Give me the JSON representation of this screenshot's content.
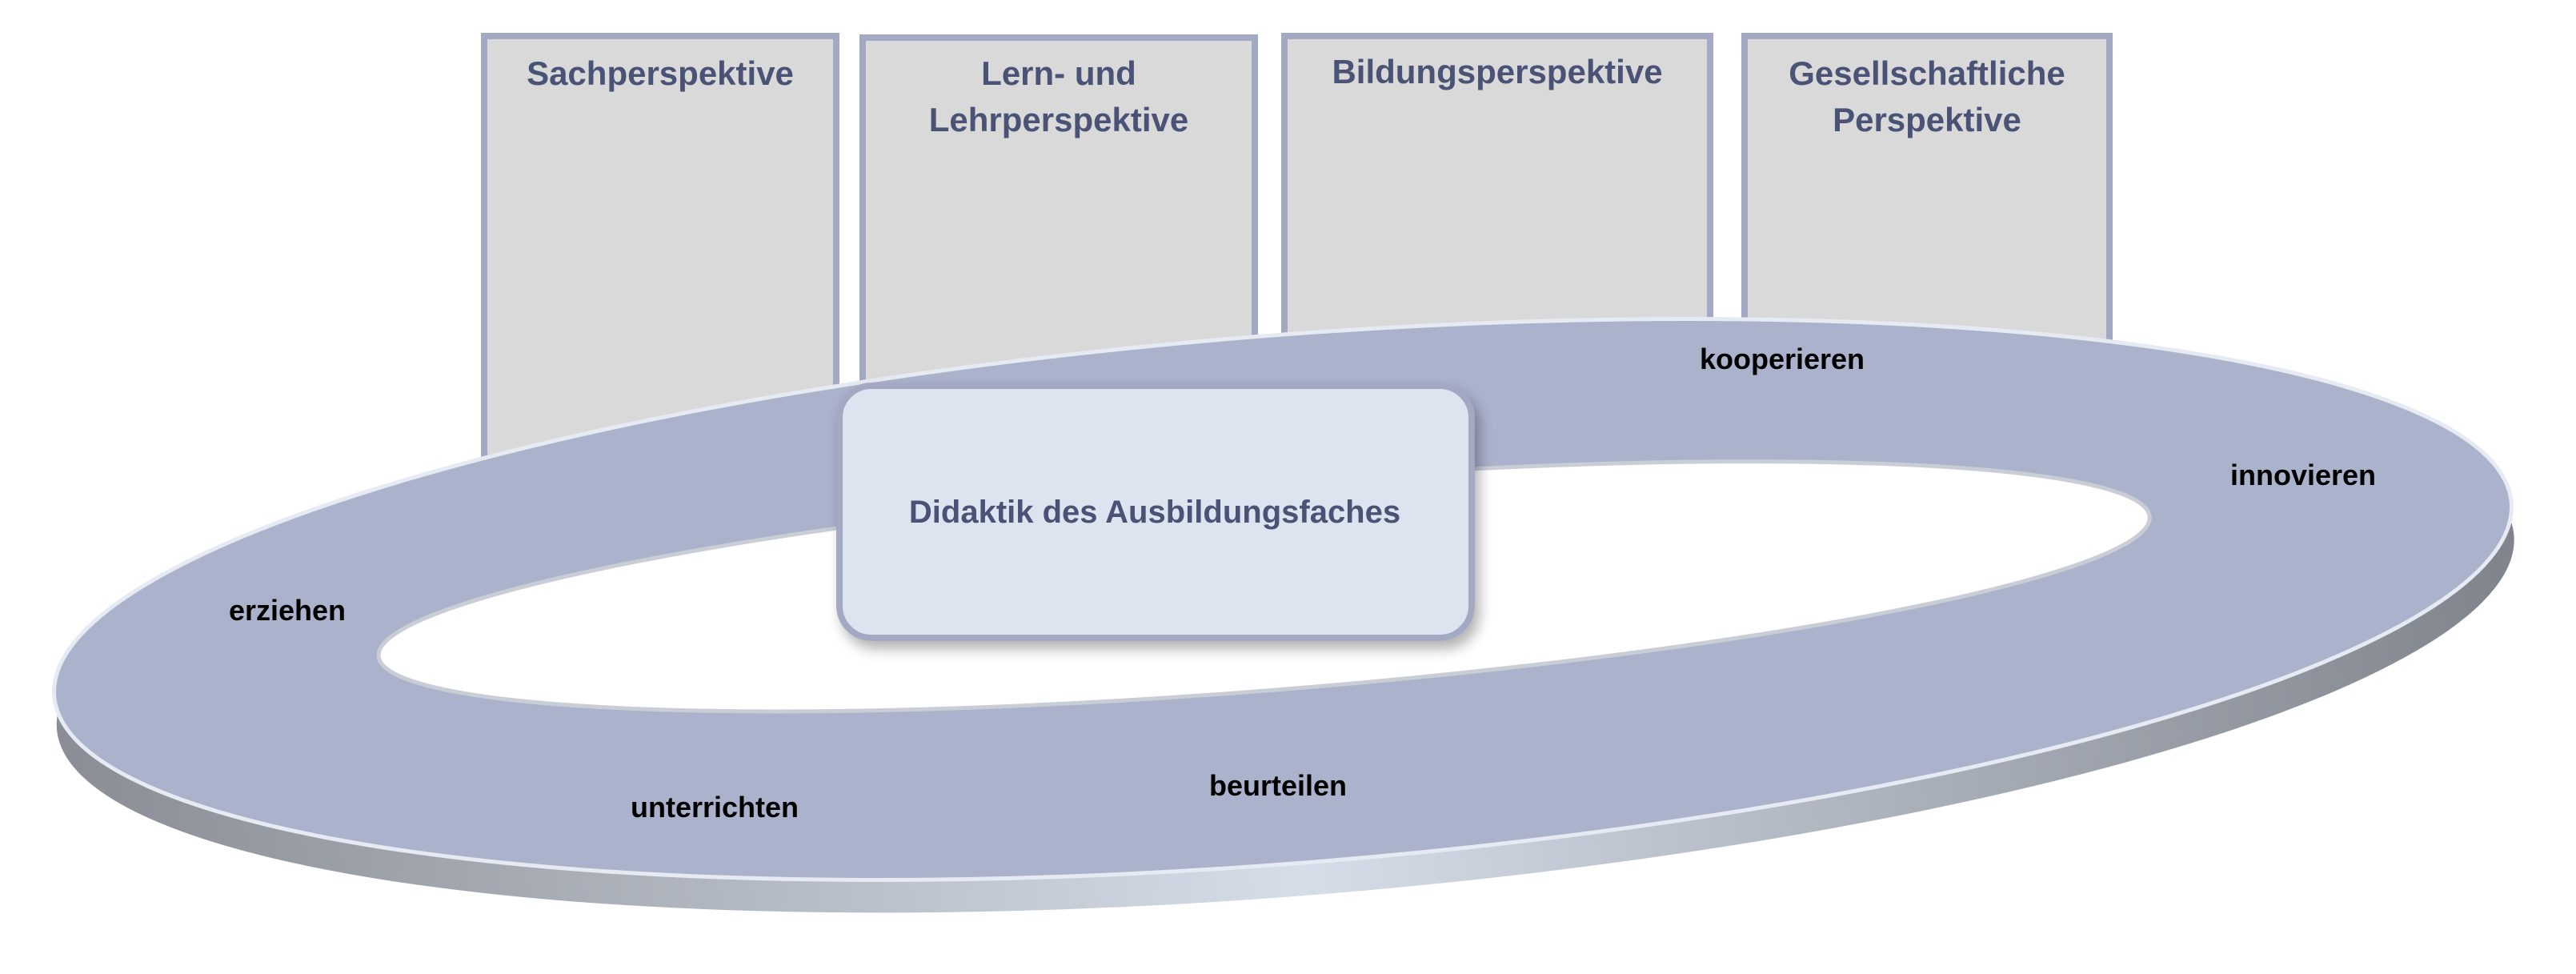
{
  "perspectives": [
    {
      "line1": "Sachperspektive",
      "line2": ""
    },
    {
      "line1": "Lern- und",
      "line2": "Lehrperspektive"
    },
    {
      "line1": "Bildungsperspektive",
      "line2": ""
    },
    {
      "line1": "Gesellschaftliche",
      "line2": "Perspektive"
    }
  ],
  "center": {
    "title": "Didaktik des Ausbildungsfaches"
  },
  "ring_labels": {
    "kooperieren": "kooperieren",
    "innovieren": "innovieren",
    "erziehen": "erziehen",
    "unterrichten": "unterrichten",
    "beurteilen": "beurteilen"
  },
  "colors": {
    "ring": "#aab2cc",
    "box_fill": "#d9d9d9",
    "box_border": "#a3a9c2",
    "center_fill": "#dce5ef",
    "title_text": "#4a5275"
  }
}
